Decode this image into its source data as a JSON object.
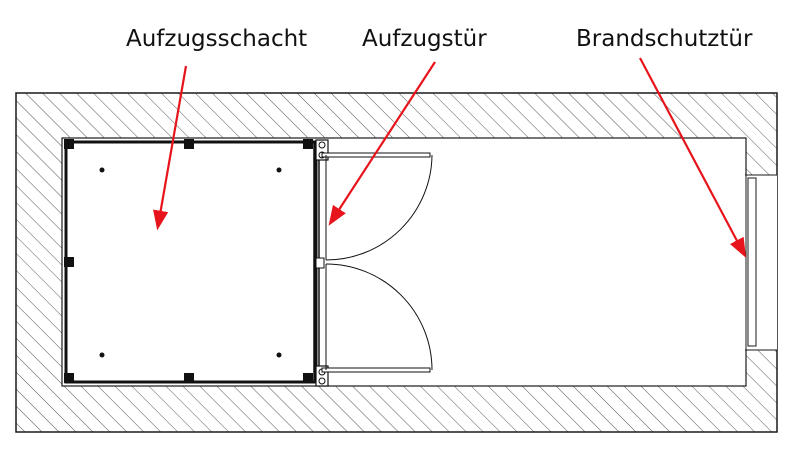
{
  "labels": {
    "shaft": "Aufzugsschacht",
    "elevator_door": "Aufzugstür",
    "fire_door": "Brandschutztür"
  },
  "colors": {
    "arrow": "#e8141b",
    "lines": "#1a1a1a",
    "hatch": "#555555",
    "background": "#ffffff"
  }
}
